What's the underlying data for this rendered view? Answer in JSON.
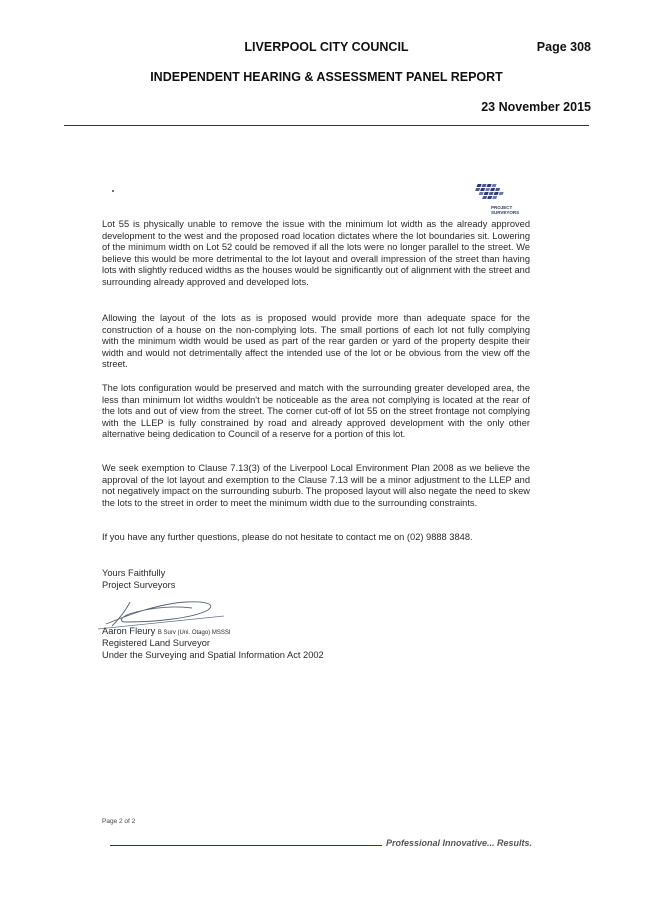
{
  "header": {
    "council": "LIVERPOOL CITY COUNCIL",
    "page": "Page 308",
    "panel": "INDEPENDENT HEARING & ASSESSMENT PANEL REPORT",
    "date": "23 November 2015"
  },
  "logo": {
    "line1": "PROJECT",
    "line2": "SURVEYORS"
  },
  "letter": {
    "paragraphs": [
      "Lot 55 is physically unable to remove the issue with the minimum lot width as the already approved development to the west and the proposed road location dictates where the lot boundaries sit. Lowering of the minimum width on Lot 52 could be removed if all the lots were no longer parallel to the street. We believe this would be more detrimental to the lot layout and overall impression of the street than having lots with slightly reduced widths as the houses would be significantly out of alignment with the street and surrounding already approved and developed lots.",
      "Allowing the layout of the lots as is proposed would provide more than adequate space for the construction of a house on the non-complying lots. The small portions of each lot not fully complying with the minimum width would be used as part of the rear garden or yard of the property despite their width and would not detrimentally affect the intended use of the lot or be obvious from the view off the street.",
      "The lots configuration would be preserved and match with the surrounding greater developed area, the less than minimum lot widths wouldn't be noticeable as the area not complying is located at the rear of the lots and out of view from the street. The corner cut-off of lot 55 on the street frontage not complying with the LLEP is fully constrained by road and already approved development with the only other alternative being dedication to Council of a reserve for a portion of this lot.",
      "We seek exemption to Clause 7.13(3) of the Liverpool Local Environment Plan 2008 as we believe the approval of the lot layout and exemption to the Clause 7.13 will be a minor adjustment to the LLEP and not negatively impact on the surrounding suburb. The proposed layout will also negate the need to skew the lots to the street in order to meet the minimum width due to the surrounding constraints.",
      "If you have any further questions, please do not hesitate to contact me on (02) 9888 3848."
    ],
    "closing": "Yours Faithfully",
    "company": "Project Surveyors",
    "signer_name": "Aaron Fleury",
    "signer_quals": "B Surv (Uni. Otago) MSSSI",
    "role": "Registered Land Surveyor",
    "act": "Under the Surveying and Spatial Information Act 2002"
  },
  "footer": {
    "page": "Page 2 of 2",
    "tagline": "Professional Innovative... Results."
  }
}
